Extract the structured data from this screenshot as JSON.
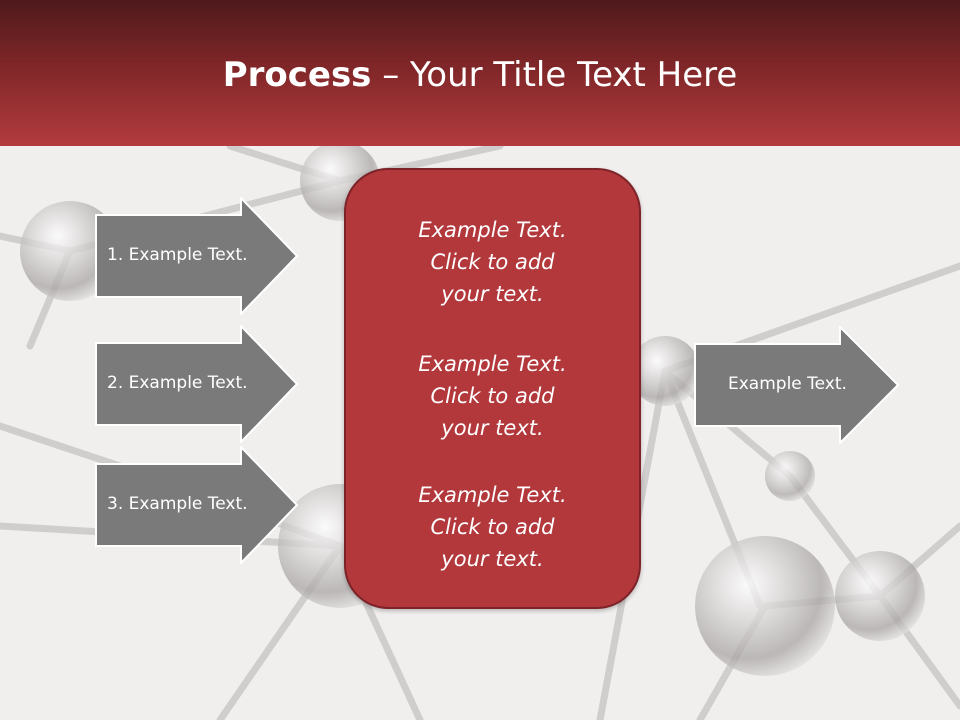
{
  "slide": {
    "title_bold": "Process",
    "title_rest": " – Your Title Text Here"
  },
  "left_arrows": [
    {
      "label": "1. Example Text."
    },
    {
      "label": "2. Example Text."
    },
    {
      "label": "3. Example Text."
    }
  ],
  "center_blocks": [
    {
      "line1": "Example Text.",
      "line2": "Click  to add",
      "line3": "your text."
    },
    {
      "line1": "Example Text.",
      "line2": "Click  to add",
      "line3": "your text."
    },
    {
      "line1": "Example Text.",
      "line2": "Click  to add",
      "line3": "your text."
    }
  ],
  "right_arrow": {
    "label": "Example Text."
  },
  "colors": {
    "header_dark": "#4f1a1c",
    "header_light": "#b33b3e",
    "center_box": "#b2383c",
    "arrow_fill": "#7a7a7a"
  }
}
